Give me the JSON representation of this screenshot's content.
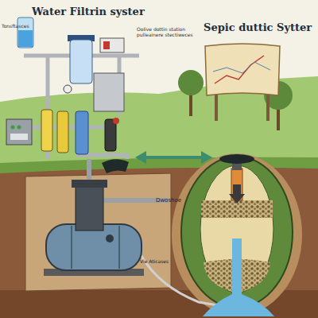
{
  "diagram": {
    "labels": [
      "Water Filtrin syster",
      "Sepic duttic Sytter",
      "Tonsftasces",
      "Oolive dottin station pulleainere stectiweces",
      "Dwoshoe",
      "Vie Aticases"
    ]
  }
}
